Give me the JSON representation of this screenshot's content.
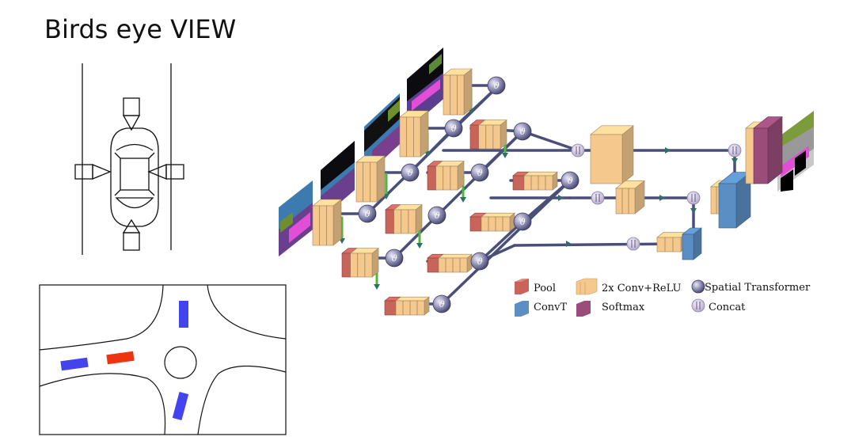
{
  "title": "Birds eye VIEW",
  "legend": [
    {
      "key": "pool",
      "label": "Pool"
    },
    {
      "key": "conv",
      "label": "2x Conv+ReLU"
    },
    {
      "key": "st",
      "label": "Spatial Transformer"
    },
    {
      "key": "convt",
      "label": "ConvT"
    },
    {
      "key": "softmax",
      "label": "Softmax"
    },
    {
      "key": "concat",
      "label": "Concat"
    }
  ],
  "st_symbol": "ϑ",
  "colors": {
    "pool": "#c8645a",
    "conv": "#f5c98e",
    "convt": "#5b8fc4",
    "softmax": "#9b4d7a",
    "edge": "#4a4f7a",
    "skip_green": "#4cb83c",
    "vehicle_blue": "#4444ee",
    "vehicle_red": "#ee3311"
  }
}
